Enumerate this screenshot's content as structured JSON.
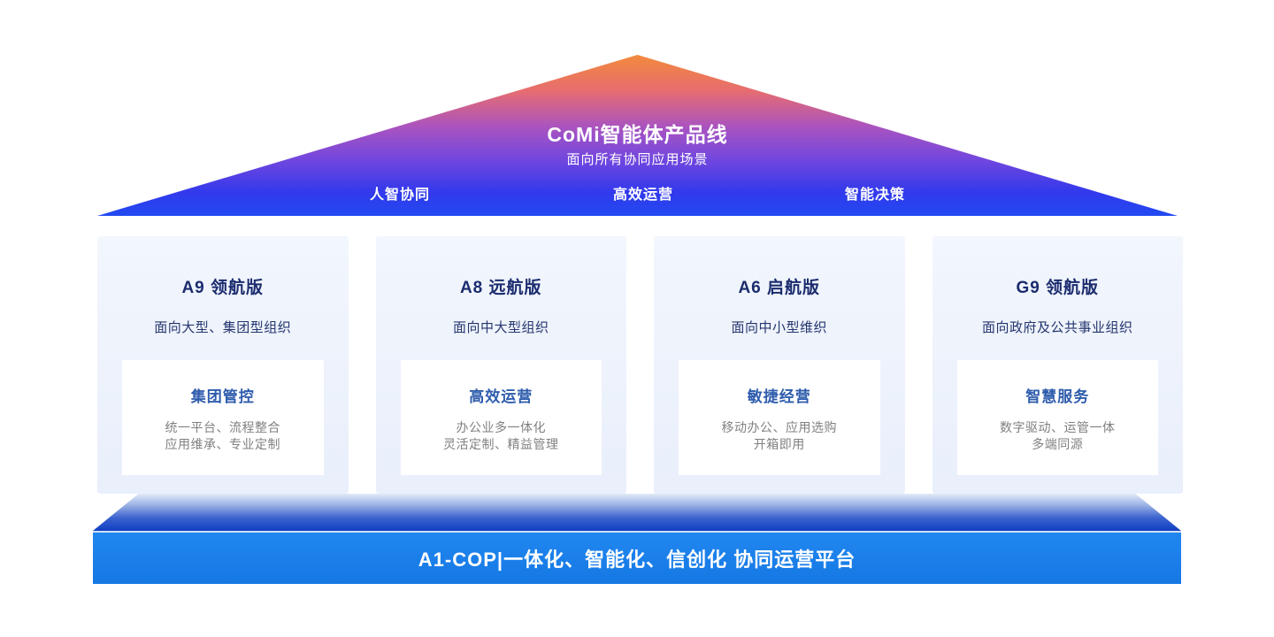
{
  "pyramid": {
    "title": "CoMi智能体产品线",
    "subtitle": "面向所有协同应用场景",
    "labels": [
      "人智协同",
      "高效运营",
      "智能决策"
    ]
  },
  "cards": [
    {
      "title": "A9 领航版",
      "audience": "面向大型、集团型组织",
      "feature": "集团管控",
      "desc_line1": "统一平台、流程整合",
      "desc_line2": "应用维承、专业定制"
    },
    {
      "title": "A8 远航版",
      "audience": "面向中大型组织",
      "feature": "高效运营",
      "desc_line1": "办公业多一体化",
      "desc_line2": "灵活定制、精益管理"
    },
    {
      "title": "A6 启航版",
      "audience": "面向中小型维织",
      "feature": "敏捷经营",
      "desc_line1": "移动办公、应用选购",
      "desc_line2": "开箱即用"
    },
    {
      "title": "G9 领航版",
      "audience": "面向政府及公共事业组织",
      "feature": "智慧服务",
      "desc_line1": "数字驱动、运管一体",
      "desc_line2": "多端同源"
    }
  ],
  "platform": {
    "label": "A1-COP|一体化、智能化、信创化 协同运营平台"
  },
  "colors": {
    "roof_apex_orange": "#F28A3C",
    "roof_mid_purple": "#A953C0",
    "roof_base_blue": "#2149F1",
    "card_background": "#EBF1FC",
    "card_title_navy": "#1B2C6E",
    "feature_title_blue": "#2E5CAD",
    "feature_desc_gray": "#808080",
    "platform_front_blue": "#1A7EE9",
    "platform_top_dark_blue": "#0E3FC2"
  }
}
